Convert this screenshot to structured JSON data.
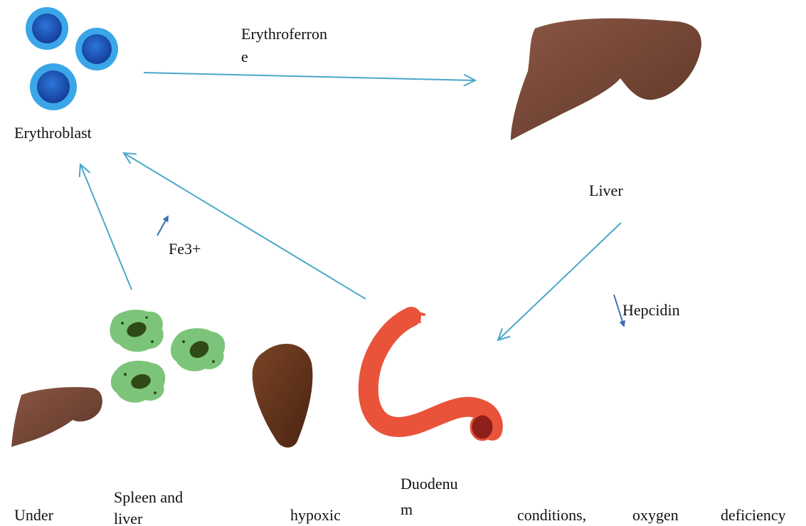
{
  "labels": {
    "erythroferrone_line1": "Erythroferron",
    "erythroferrone_line2": "e",
    "erythroblast": "Erythroblast",
    "liver": "Liver",
    "fe3": "Fe3+",
    "hepcidin": "Hepcidin",
    "spleen_line1": "Spleen and",
    "spleen_line2": "liver",
    "duodenum_line1": "Duodenu",
    "duodenum_line2": "m"
  },
  "caption": {
    "words": [
      "Under",
      "hypoxic",
      "conditions,",
      "oxygen",
      "deficiency"
    ]
  },
  "colors": {
    "arrow": "#4aa8c8",
    "small_arrow": "#3b6fb5",
    "erythroblast_outer": "#3aa6e8",
    "erythroblast_inner": "#1f5fc7",
    "liver": "#7a4a3a",
    "macrophage": "#7cc47a",
    "macrophage_nucleus": "#2f4a16",
    "spleen": "#6b3a22",
    "duodenum": "#e8533a"
  },
  "icons": {
    "erythroblast": "erythroblast-cells-icon",
    "liver": "liver-icon",
    "small_liver": "small-liver-icon",
    "macrophages": "macrophage-cells-icon",
    "spleen": "spleen-icon",
    "duodenum": "duodenum-icon"
  }
}
